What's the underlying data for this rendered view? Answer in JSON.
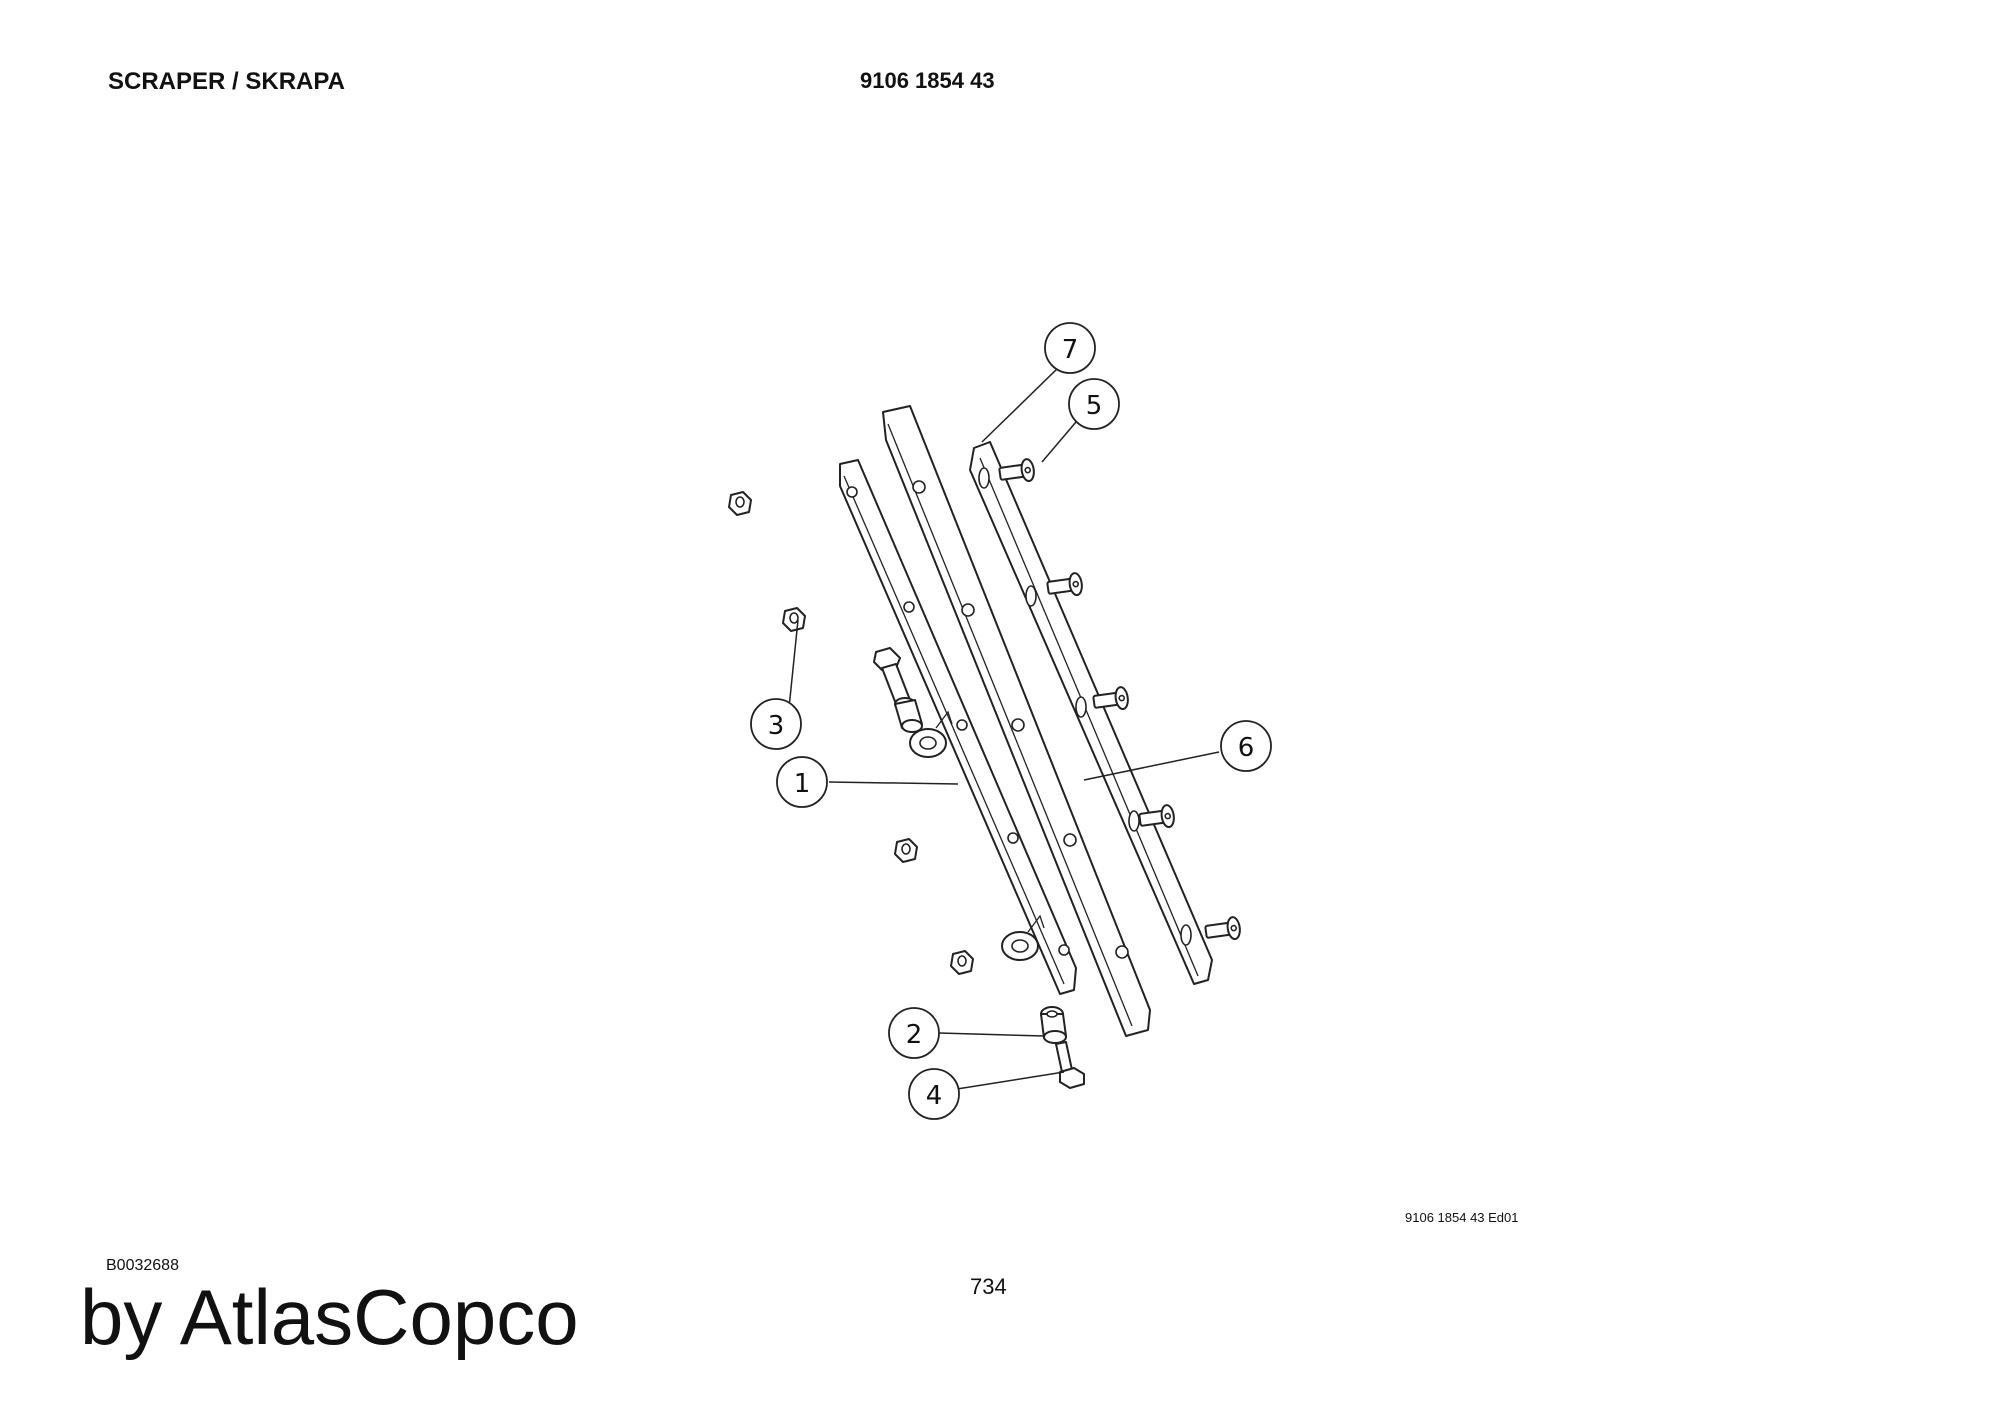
{
  "header": {
    "title": "SCRAPER / SKRAPA",
    "part_number": "9106 1854 43"
  },
  "diagram": {
    "callouts": [
      "1",
      "2",
      "3",
      "4",
      "5",
      "6",
      "7"
    ]
  },
  "footer": {
    "edition": "9106 1854 43 Ed01",
    "drawing_id": "B0032688",
    "page_number": "734",
    "brand": "by AtlasCopco"
  }
}
